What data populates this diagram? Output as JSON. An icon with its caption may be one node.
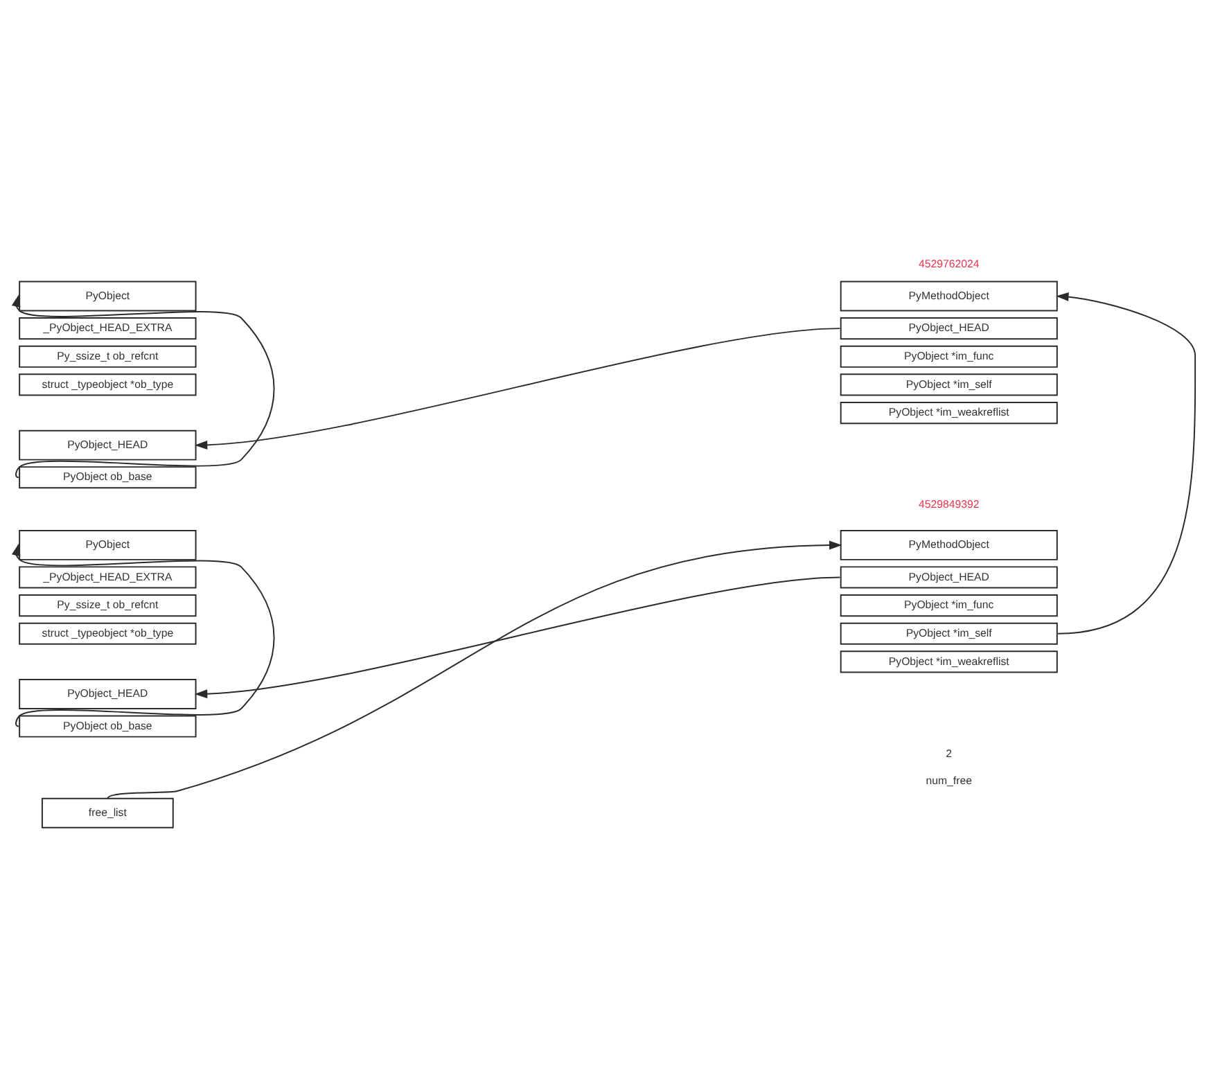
{
  "diagram": {
    "nodes": [
      {
        "text": [
          "PyObject"
        ]
      },
      {
        "text": [
          "_PyObject_HEAD_EXTRA"
        ]
      },
      {
        "text": [
          "Py_ssize_t ob_refcnt"
        ]
      },
      {
        "text": [
          "struct _typeobject *ob_type"
        ]
      },
      {
        "text": [
          "PyMethodObject"
        ]
      },
      {
        "text": [
          "PyObject_HEAD"
        ]
      },
      {
        "text": [
          "PyObject *im_func"
        ]
      },
      {
        "text": [
          "PyObject *im_self"
        ]
      },
      {
        "text": [
          "PyObject *im_weakreflist"
        ]
      },
      {
        "text": [
          "PyObject_HEAD"
        ]
      },
      {
        "text": [
          "PyObject ob_base"
        ]
      },
      {
        "text": [
          "PyObject"
        ]
      },
      {
        "text": [
          "_PyObject_HEAD_EXTRA"
        ]
      },
      {
        "text": [
          "Py_ssize_t ob_refcnt"
        ]
      },
      {
        "text": [
          "struct _typeobject *ob_type"
        ]
      },
      {
        "text": [
          "PyMethodObject"
        ]
      },
      {
        "text": [
          "PyObject_HEAD"
        ]
      },
      {
        "text": [
          "PyObject *im_func"
        ]
      },
      {
        "text": [
          "PyObject *im_self"
        ]
      },
      {
        "text": [
          "PyObject *im_weakreflist"
        ]
      },
      {
        "text": [
          "PyObject_HEAD"
        ]
      },
      {
        "text": [
          "PyObject ob_base"
        ]
      },
      {
        "text": [
          "free_list"
        ]
      }
    ],
    "edges": [
      {
        "from": 10,
        "to": 0,
        "arrow": "to"
      },
      {
        "from": 5,
        "to": 9,
        "arrow": "to"
      },
      {
        "from": 18,
        "to": 4,
        "arrow": "to"
      },
      {
        "from": 21,
        "to": 11,
        "arrow": "to"
      },
      {
        "from": 16,
        "to": 20,
        "arrow": "to"
      },
      {
        "from": 22,
        "to": 15,
        "arrow": "to"
      }
    ],
    "labels": [
      "4529762024",
      "4529849392",
      "2",
      "num_free"
    ]
  }
}
